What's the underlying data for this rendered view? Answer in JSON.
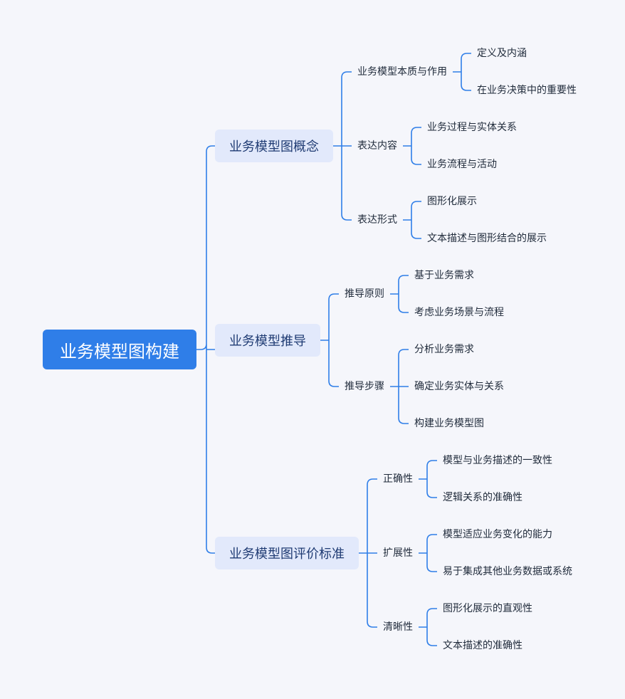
{
  "root": {
    "label": "业务模型图构建"
  },
  "branches": [
    {
      "label": "业务模型图概念",
      "children": [
        {
          "label": "业务模型本质与作用",
          "items": [
            "定义及内涵",
            "在业务决策中的重要性"
          ]
        },
        {
          "label": "表达内容",
          "items": [
            "业务过程与实体关系",
            "业务流程与活动"
          ]
        },
        {
          "label": "表达形式",
          "items": [
            "图形化展示",
            "文本描述与图形结合的展示"
          ]
        }
      ]
    },
    {
      "label": "业务模型推导",
      "children": [
        {
          "label": "推导原则",
          "items": [
            "基于业务需求",
            "考虑业务场景与流程"
          ]
        },
        {
          "label": "推导步骤",
          "items": [
            "分析业务需求",
            "确定业务实体与关系",
            "构建业务模型图"
          ]
        }
      ]
    },
    {
      "label": "业务模型图评价标准",
      "children": [
        {
          "label": "正确性",
          "items": [
            "模型与业务描述的一致性",
            "逻辑关系的准确性"
          ]
        },
        {
          "label": "扩展性",
          "items": [
            "模型适应业务变化的能力",
            "易于集成其他业务数据或系统"
          ]
        },
        {
          "label": "清晰性",
          "items": [
            "图形化展示的直观性",
            "文本描述的准确性"
          ]
        }
      ]
    }
  ],
  "colors": {
    "line": "#2f7ee8",
    "root_fill": "#2f7ee8",
    "branch_fill": "#e2e9fb",
    "background": "#f5f6fb"
  }
}
